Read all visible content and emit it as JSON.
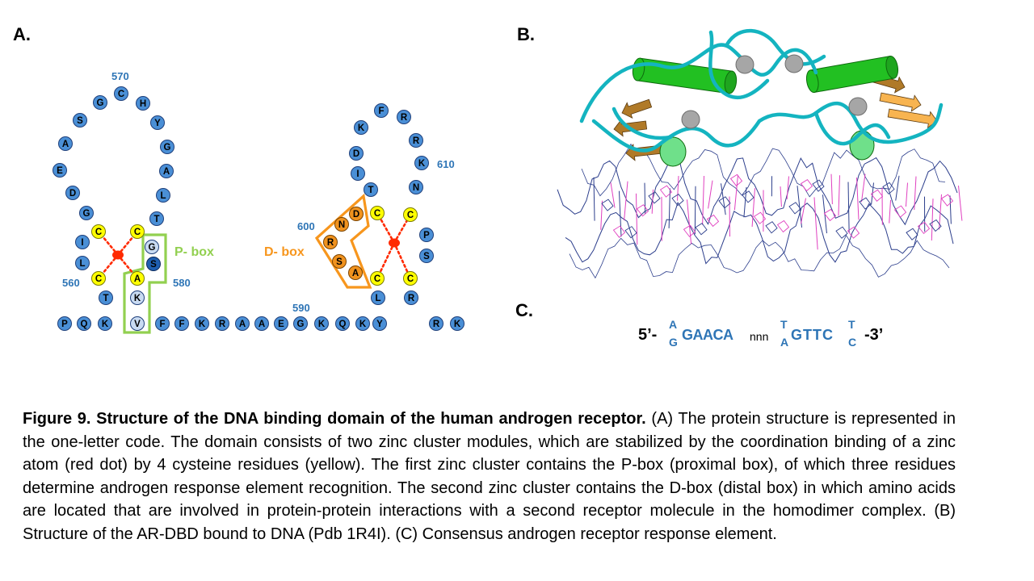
{
  "panels": {
    "a": "A.",
    "b": "B.",
    "c": "C."
  },
  "colors": {
    "residue_fill": "#4a8fd6",
    "residue_stroke": "#1f3f7a",
    "cysteine_fill": "#ffff00",
    "dbox_fill": "#f0921e",
    "pbox_outline": "#92d050",
    "dbox_outline": "#f7961d",
    "zinc": "#ff2a00",
    "number_text": "#2e75b6",
    "helix": "#22c022",
    "loop": "#14b4c0",
    "strand": "#b07a28",
    "dna_backbone": "#2c3e8c",
    "dna_base": "#e040c0"
  },
  "module1": {
    "residues": [
      "C",
      "H",
      "Y",
      "G",
      "A",
      "L",
      "T",
      "C",
      "G",
      "S",
      "A",
      "K",
      "V",
      "C",
      "T",
      "C",
      "L",
      "I",
      "G",
      "D",
      "E",
      "A",
      "S",
      "G"
    ],
    "cysteines": [
      "C",
      "C",
      "C",
      "C"
    ],
    "pbox_residues": [
      "G",
      "S",
      "V"
    ],
    "pbox_label": "P- box",
    "numbers": [
      "570",
      "560",
      "580"
    ]
  },
  "module2": {
    "residues": [
      "F",
      "R",
      "R",
      "K",
      "N",
      "C",
      "P",
      "S",
      "C",
      "R",
      "L",
      "C",
      "A",
      "S",
      "R",
      "N",
      "D",
      "C",
      "T",
      "I",
      "D",
      "K"
    ],
    "dbox_residues": [
      "D",
      "N",
      "R",
      "S",
      "A"
    ],
    "dbox_label": "D- box",
    "numbers": [
      "610",
      "600",
      "590"
    ]
  },
  "linker": [
    "P",
    "Q",
    "K",
    "F",
    "F",
    "K",
    "R",
    "A",
    "A",
    "E",
    "G",
    "K",
    "Q",
    "K",
    "Y",
    "R",
    "K"
  ],
  "are": {
    "prefix": "5’-",
    "r1_top": "A",
    "r1_bottom": "G",
    "core1": "GAACA",
    "spacer": "nnn",
    "r2_top": "T",
    "r2_bottom": "A",
    "core2": "GTTC",
    "y_top": "T",
    "y_bottom": "C",
    "suffix": "-3’"
  },
  "caption": {
    "title": "Figure 9. Structure of the DNA binding domain of the human androgen receptor.",
    "body": " (A) The protein structure is represented in the one-letter code. The domain consists of two zinc cluster modules, which are stabilized by the coordination binding of a zinc atom (red dot) by 4 cysteine residues (yellow). The first zinc cluster contains the P-box (proximal box), of which three residues determine androgen response element recognition. The second zinc cluster contains the D-box (distal box) in which amino acids are located that are involved in protein-protein interactions with a second receptor molecule in the homodimer complex. (B) Structure of the AR-DBD bound to DNA (Pdb 1R4I). (C) Consensus androgen receptor response element."
  }
}
